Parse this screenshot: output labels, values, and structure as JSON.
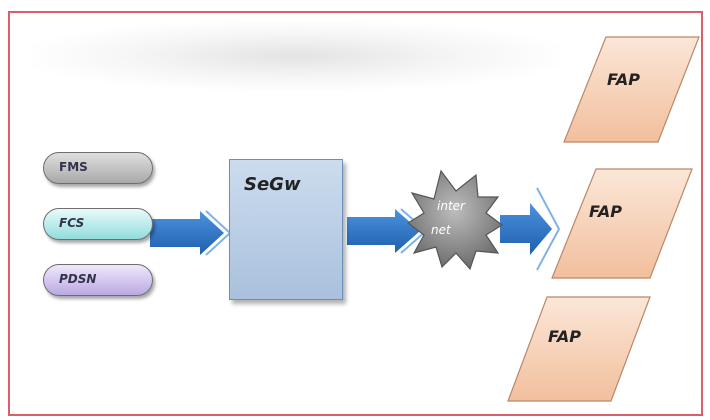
{
  "sources": {
    "fms": "FMS",
    "fcs": "FCS",
    "pdsn": "PDSN"
  },
  "gateway": "SeGw",
  "internet": {
    "line1": "inter",
    "line2": "net"
  },
  "access_points": [
    "FAP",
    "FAP",
    "FAP"
  ],
  "colors": {
    "border": "#d9606a",
    "arrow": "#2f78c8",
    "fap_fill": "#f6cfb3",
    "cloud_fill": "#8a8a8a"
  }
}
